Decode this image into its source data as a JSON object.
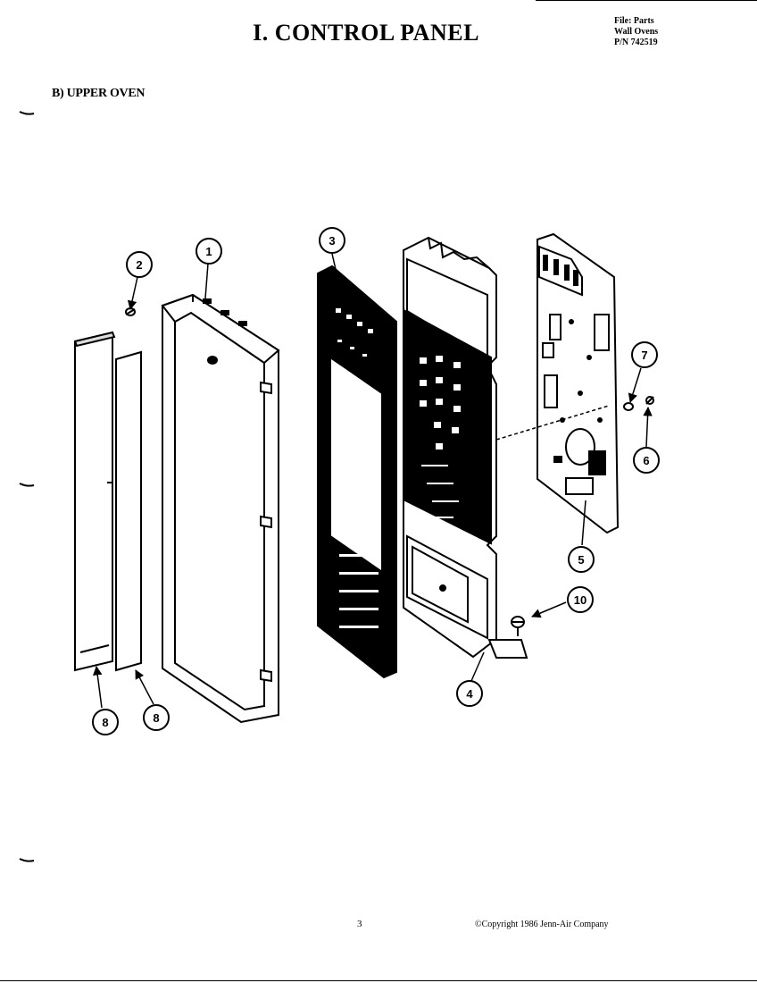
{
  "header": {
    "title": "I. CONTROL PANEL",
    "file_lines": [
      "File: Parts",
      "Wall Ovens",
      "P/N 742519"
    ]
  },
  "section": {
    "label": "B) UPPER OVEN"
  },
  "callouts": [
    {
      "id": "1",
      "label": "1"
    },
    {
      "id": "2",
      "label": "2"
    },
    {
      "id": "3",
      "label": "3"
    },
    {
      "id": "4",
      "label": "4"
    },
    {
      "id": "5",
      "label": "5"
    },
    {
      "id": "6",
      "label": "6"
    },
    {
      "id": "7",
      "label": "7"
    },
    {
      "id": "8a",
      "label": "8"
    },
    {
      "id": "8b",
      "label": "8"
    },
    {
      "id": "10",
      "label": "10"
    }
  ],
  "footer": {
    "page": "3",
    "copyright": "©Copyright 1986 Jenn-Air Company"
  }
}
